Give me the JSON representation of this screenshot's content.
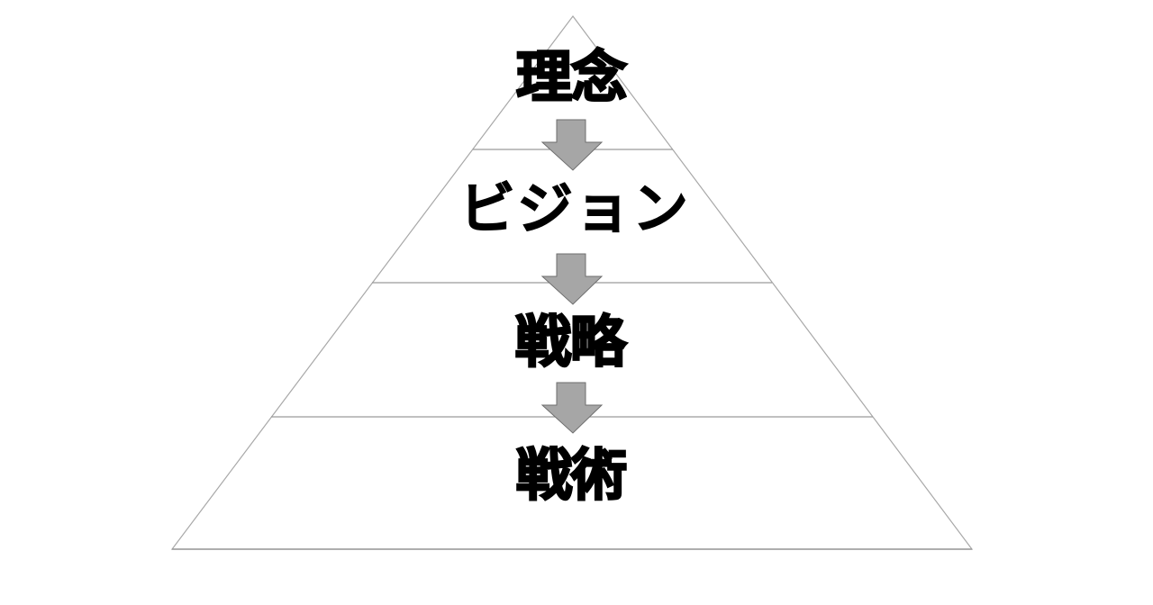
{
  "diagram": {
    "type": "pyramid",
    "colors": {
      "background": "#ffffff",
      "outline": "#a8a8a8",
      "divider": "#9a9a9a",
      "arrow_fill": "#a6a6a6",
      "arrow_stroke": "#6e6e6e",
      "text": "#000000"
    },
    "tiers": [
      {
        "label": "理念"
      },
      {
        "label": "ビジョン"
      },
      {
        "label": "戦略"
      },
      {
        "label": "戦術"
      }
    ],
    "arrows": [
      {
        "from": "理念",
        "to": "ビジョン",
        "icon": "down-arrow-icon"
      },
      {
        "from": "ビジョン",
        "to": "戦略",
        "icon": "down-arrow-icon"
      },
      {
        "from": "戦略",
        "to": "戦術",
        "icon": "down-arrow-icon"
      }
    ]
  }
}
